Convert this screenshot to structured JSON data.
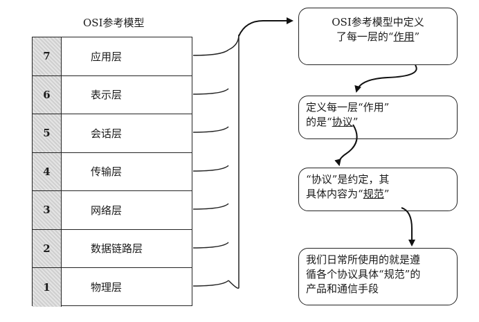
{
  "title": "OSI参考模型",
  "layers": [
    {
      "num": "7",
      "name": "应用层"
    },
    {
      "num": "6",
      "name": "表示层"
    },
    {
      "num": "5",
      "name": "会话层"
    },
    {
      "num": "4",
      "name": "传输层"
    },
    {
      "num": "3",
      "name": "网络层"
    },
    {
      "num": "2",
      "name": "数据链路层"
    },
    {
      "num": "1",
      "name": "物理层"
    }
  ],
  "boxes": {
    "box1": {
      "line1": "OSI参考模型中定义",
      "line2_pre": "了每一层的“",
      "line2_u": "作用",
      "line2_post": "”"
    },
    "box2": {
      "line1": "定义每一层“作用”",
      "line2_pre": "的是“",
      "line2_u": "协议",
      "line2_post": "”"
    },
    "box3": {
      "line1": "“协议”是约定，其",
      "line2_pre": "具体内容为“",
      "line2_u": "规范",
      "line2_post": "”"
    },
    "box4": {
      "line1": "我们日常所使用的就是遵",
      "line2": "循各个协议具体“规范”的",
      "line3": "产品和通信手段"
    }
  }
}
